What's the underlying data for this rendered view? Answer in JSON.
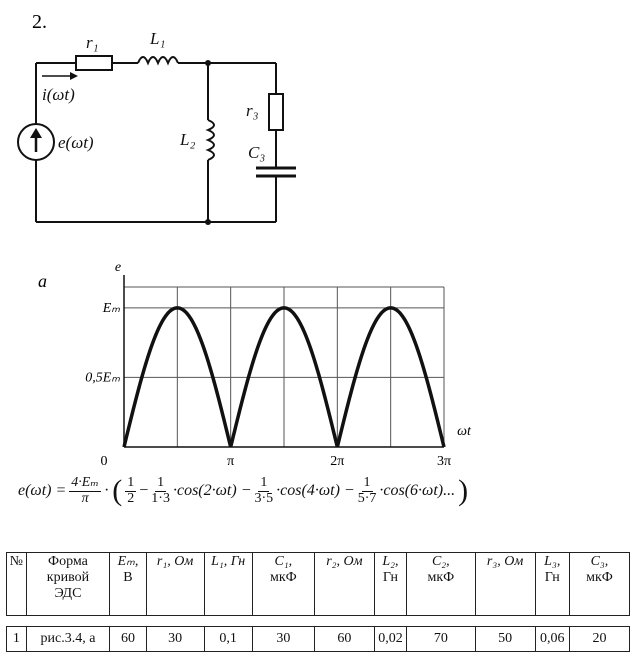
{
  "problem_number": "2.",
  "circuit": {
    "labels": {
      "r1": "r₁",
      "L1": "L₁",
      "current": "i(ωt)",
      "source": "e(ωt)",
      "L2": "L₂",
      "r3": "r₃",
      "C3": "C₃"
    }
  },
  "figure_label": "a",
  "chart_data": {
    "type": "line",
    "title": "",
    "xlabel": "ωt",
    "ylabel": "e",
    "x_ticks": [
      "0",
      "π",
      "2π",
      "3π"
    ],
    "y_ticks": [
      "0,5Eₘ",
      "Eₘ"
    ],
    "xlim": [
      0,
      9.42478
    ],
    "ylim": [
      0,
      1.15
    ],
    "grid": true,
    "function": "|sin(ωt)|·Eₘ",
    "series": [
      {
        "x": [
          0,
          0.3927,
          0.7854,
          1.1781,
          1.5708,
          1.9635,
          2.3562,
          2.7489,
          3.1416,
          3.5343,
          3.927,
          4.3197,
          4.7124,
          5.1051,
          5.4978,
          5.8905,
          6.2832,
          6.6759,
          7.0686,
          7.4613,
          7.854,
          8.2467,
          8.6394,
          9.0321,
          9.4248
        ],
        "values": [
          0,
          0.383,
          0.707,
          0.924,
          1,
          0.924,
          0.707,
          0.383,
          0,
          0.383,
          0.707,
          0.924,
          1,
          0.924,
          0.707,
          0.383,
          0,
          0.383,
          0.707,
          0.924,
          1,
          0.924,
          0.707,
          0.383,
          0
        ]
      }
    ]
  },
  "formula": {
    "lhs": "e(ωt) =",
    "coef_num": "4·Eₘ",
    "coef_den": "π",
    "half_num": "1",
    "half_den": "2",
    "t1_num": "1",
    "t1_den": "1·3",
    "t1_fn": "·cos(2·ωt) −",
    "t2_num": "1",
    "t2_den": "3·5",
    "t2_fn": "·cos(4·ωt) −",
    "t3_num": "1",
    "t3_den": "5·7",
    "t3_fn": "·cos(6·ωt)...",
    "minus": "−",
    "dot": "·"
  },
  "table": {
    "headers": [
      {
        "l1": "№",
        "l2": "",
        "l3": ""
      },
      {
        "l1": "Форма",
        "l2": "кривой",
        "l3": "ЭДС"
      },
      {
        "l1": "Eₘ,",
        "l2": "B",
        "l3": ""
      },
      {
        "l1": "r₁,   Ом",
        "l2": "",
        "l3": ""
      },
      {
        "l1": "L₁, Гн",
        "l2": "",
        "l3": ""
      },
      {
        "l1": "C₁,",
        "l2": "мкФ",
        "l3": ""
      },
      {
        "l1": "r₂,   Ом",
        "l2": "",
        "l3": ""
      },
      {
        "l1": "L₂,",
        "l2": "Гн",
        "l3": ""
      },
      {
        "l1": "C₂,",
        "l2": "мкФ",
        "l3": ""
      },
      {
        "l1": "r₃,   Ом",
        "l2": "",
        "l3": ""
      },
      {
        "l1": "L₃,",
        "l2": "Гн",
        "l3": ""
      },
      {
        "l1": "C₃,",
        "l2": "мкФ",
        "l3": ""
      }
    ],
    "rows": [
      [
        "1",
        "рис.3.4, а",
        "60",
        "30",
        "0,1",
        "30",
        "60",
        "0,02",
        "70",
        "50",
        "0,06",
        "20"
      ]
    ]
  }
}
